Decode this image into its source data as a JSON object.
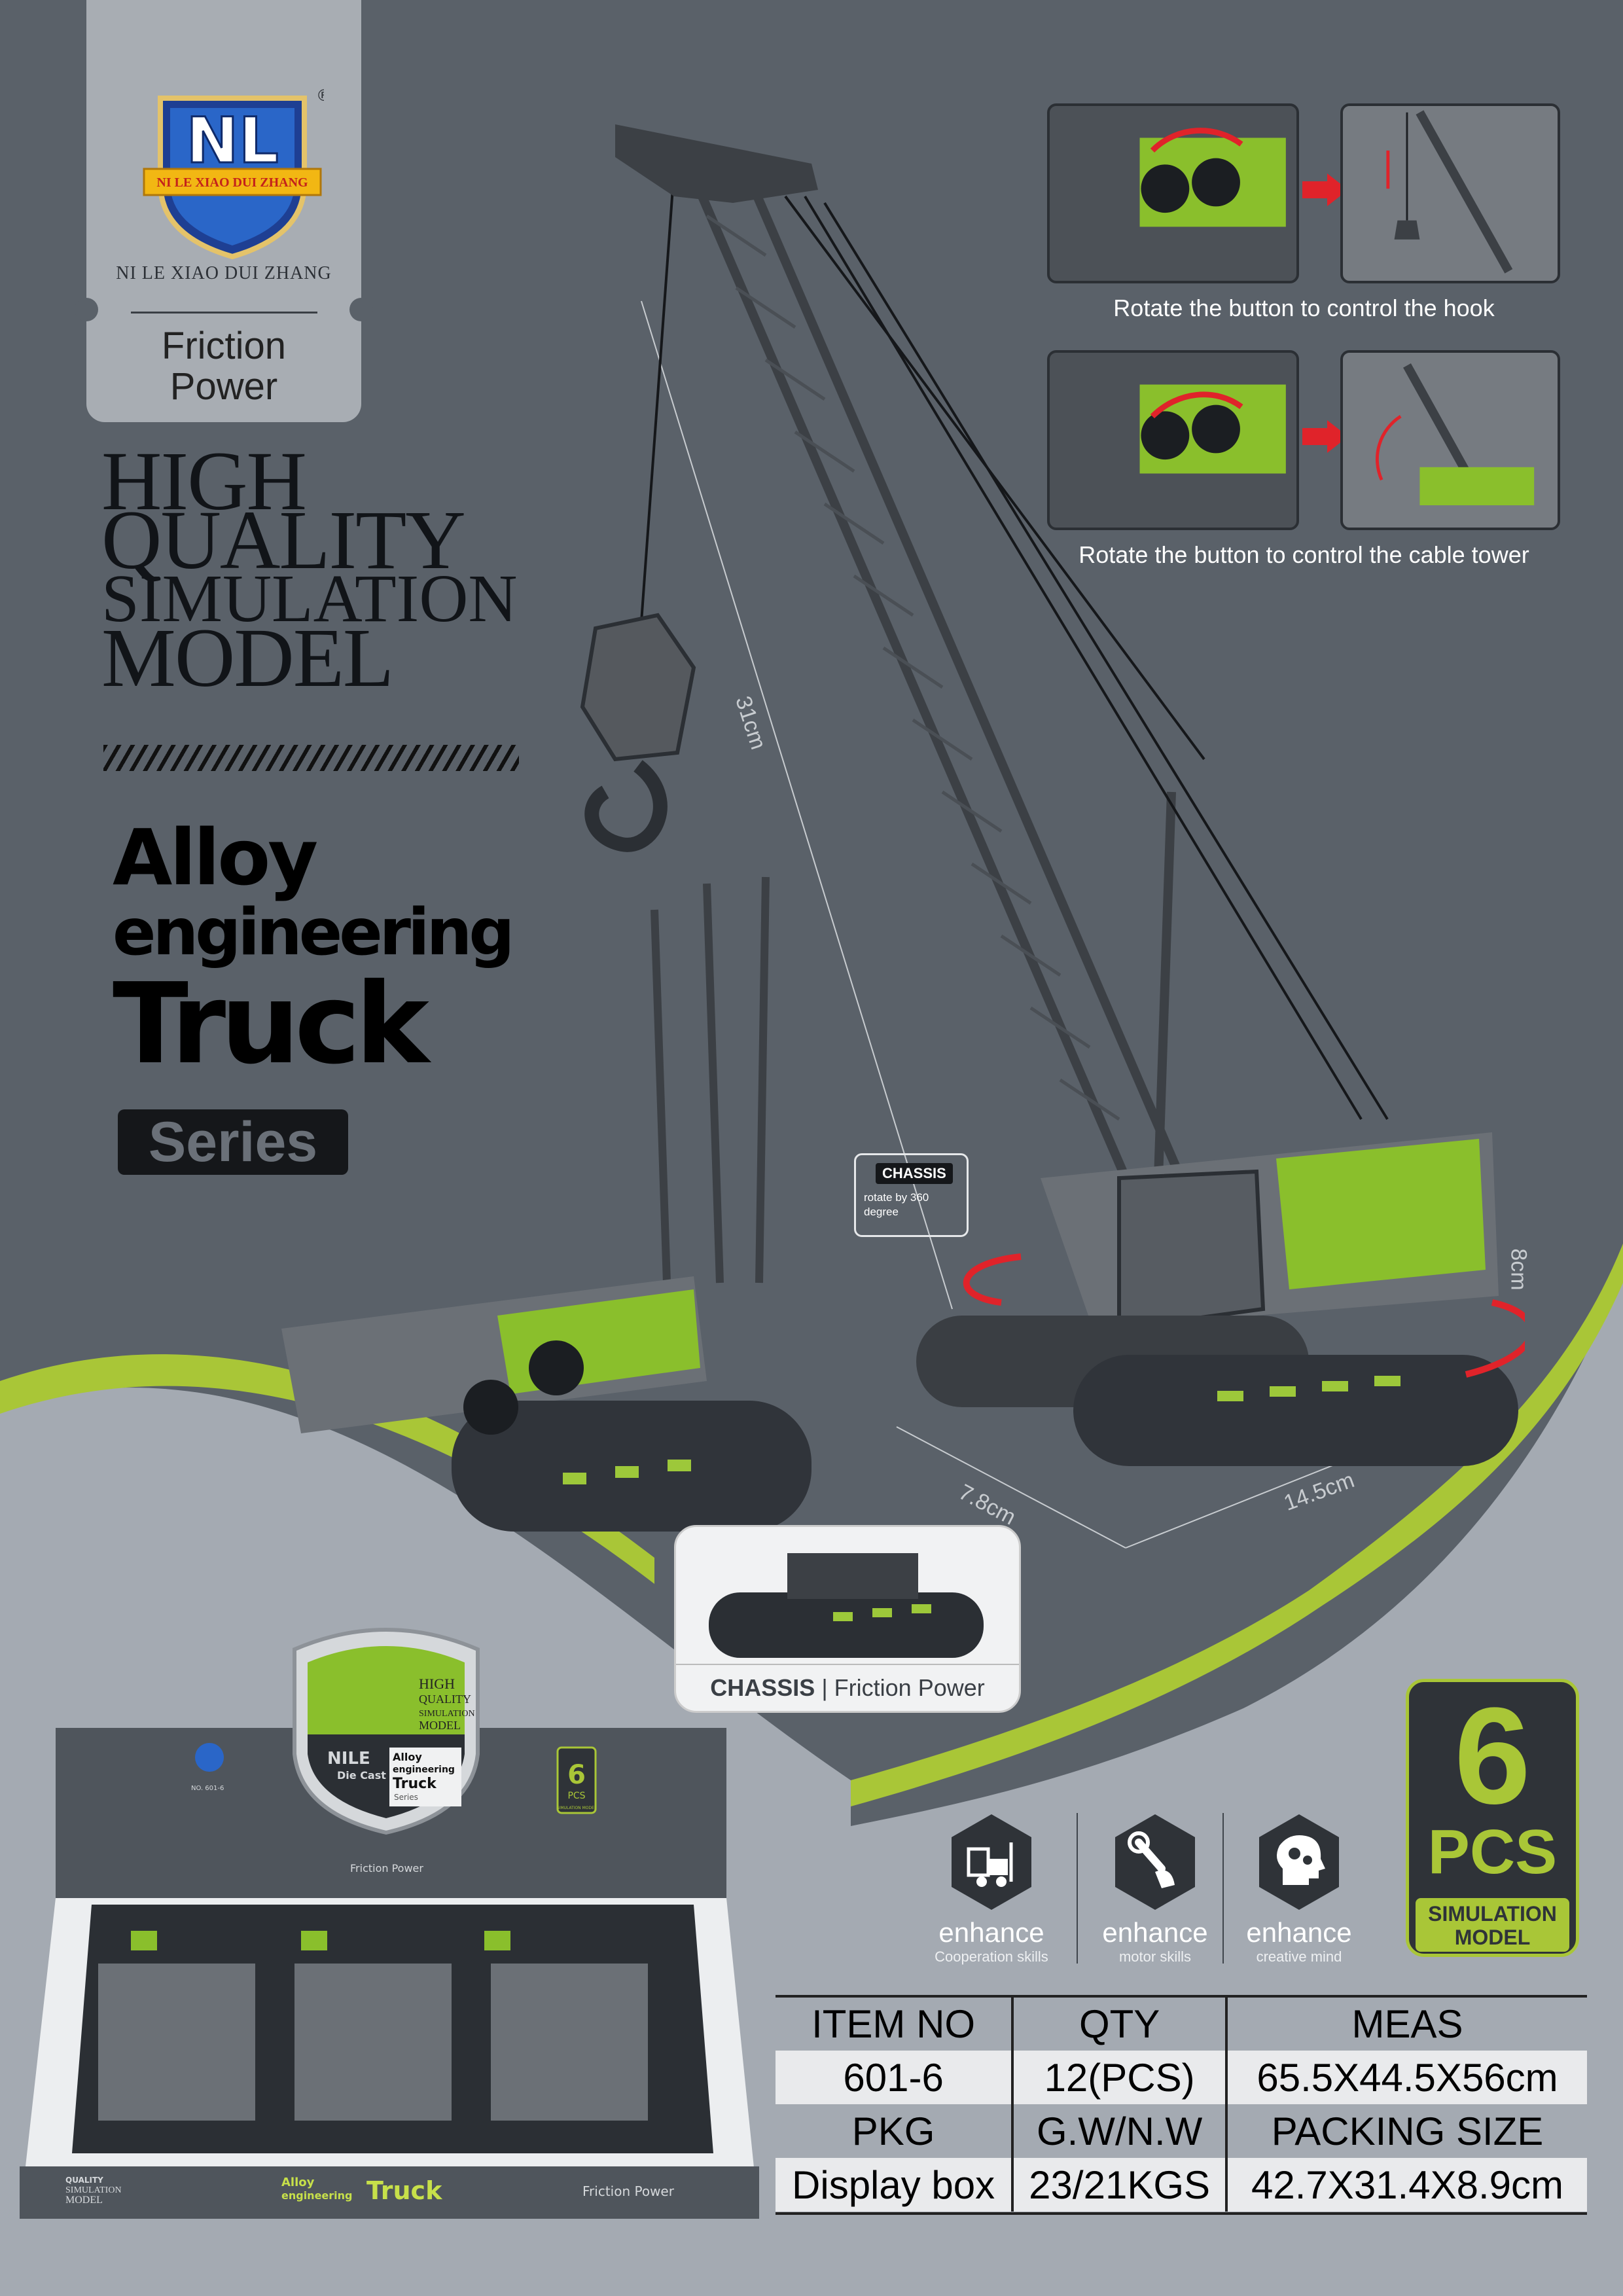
{
  "brand": {
    "logo_letters": "NL",
    "logo_ribbon": "NI LE XIAO DUI ZHANG",
    "name": "NI LE XIAO DUI ZHANG",
    "registered": "®",
    "friction_line1": "Friction",
    "friction_line2": "Power"
  },
  "headline": {
    "line1": "HIGH",
    "line2": "QUALITY",
    "line3": "SIMULATION",
    "line4": "MODEL"
  },
  "product": {
    "line1": "Alloy",
    "line2": "engineering",
    "line3": "Truck",
    "series": "Series"
  },
  "features": [
    {
      "caption": "Rotate the button to control the hook"
    },
    {
      "caption": "Rotate the button to control the cable tower"
    }
  ],
  "chassis_callout": {
    "tag": "CHASSIS",
    "desc": "rotate by 360 degree"
  },
  "dimensions": {
    "height_boom": "31cm",
    "height_body": "8cm",
    "width": "7.8cm",
    "length": "14.5cm"
  },
  "chassis_inset": {
    "label": "CHASSIS",
    "sub": "Friction Power"
  },
  "icons": [
    {
      "name": "forklift-icon",
      "title": "enhance",
      "sub": "Cooperation skills"
    },
    {
      "name": "wrench-hand-icon",
      "title": "enhance",
      "sub": "motor skills"
    },
    {
      "name": "gear-head-icon",
      "title": "enhance",
      "sub": "creative mind"
    }
  ],
  "pcs_badge": {
    "number": "6",
    "unit": "PCS",
    "line1": "SIMULATION",
    "line2": "MODEL"
  },
  "spec_table": {
    "row1": [
      "ITEM NO",
      "QTY",
      "MEAS"
    ],
    "row2": [
      "601-6",
      "12(PCS)",
      "65.5X44.5X56cm"
    ],
    "row3": [
      "PKG",
      "G.W/N.W",
      "PACKING SIZE"
    ],
    "row4": [
      "Display box",
      "23/21KGS",
      "42.7X31.4X8.9cm"
    ]
  },
  "display_box": {
    "shield_line1": "HIGH",
    "shield_line2": "QUALITY",
    "shield_line3": "SIMULATION",
    "shield_line4": "MODEL",
    "shield_brand": "NILE",
    "shield_diecast": "Die Cast",
    "shield_title1": "Alloy",
    "shield_title2": "engineering",
    "shield_title3": "Truck",
    "shield_series": "Series",
    "item_no": "NO. 601-6",
    "pcs": "6",
    "pcs_unit": "PCS",
    "pcs_model": "SIMULATION MODEL",
    "friction": "Friction Power",
    "front_quality": "QUALITY",
    "front_sim": "SIMULATION",
    "front_model": "MODEL",
    "front_title1": "Alloy",
    "front_title2": "engineering",
    "front_title3": "Truck",
    "front_friction": "Friction Power"
  },
  "colors": {
    "background": "#5a6169",
    "lower_panel": "#a4aab2",
    "accent_green": "#a9c637",
    "red": "#e0232a"
  }
}
